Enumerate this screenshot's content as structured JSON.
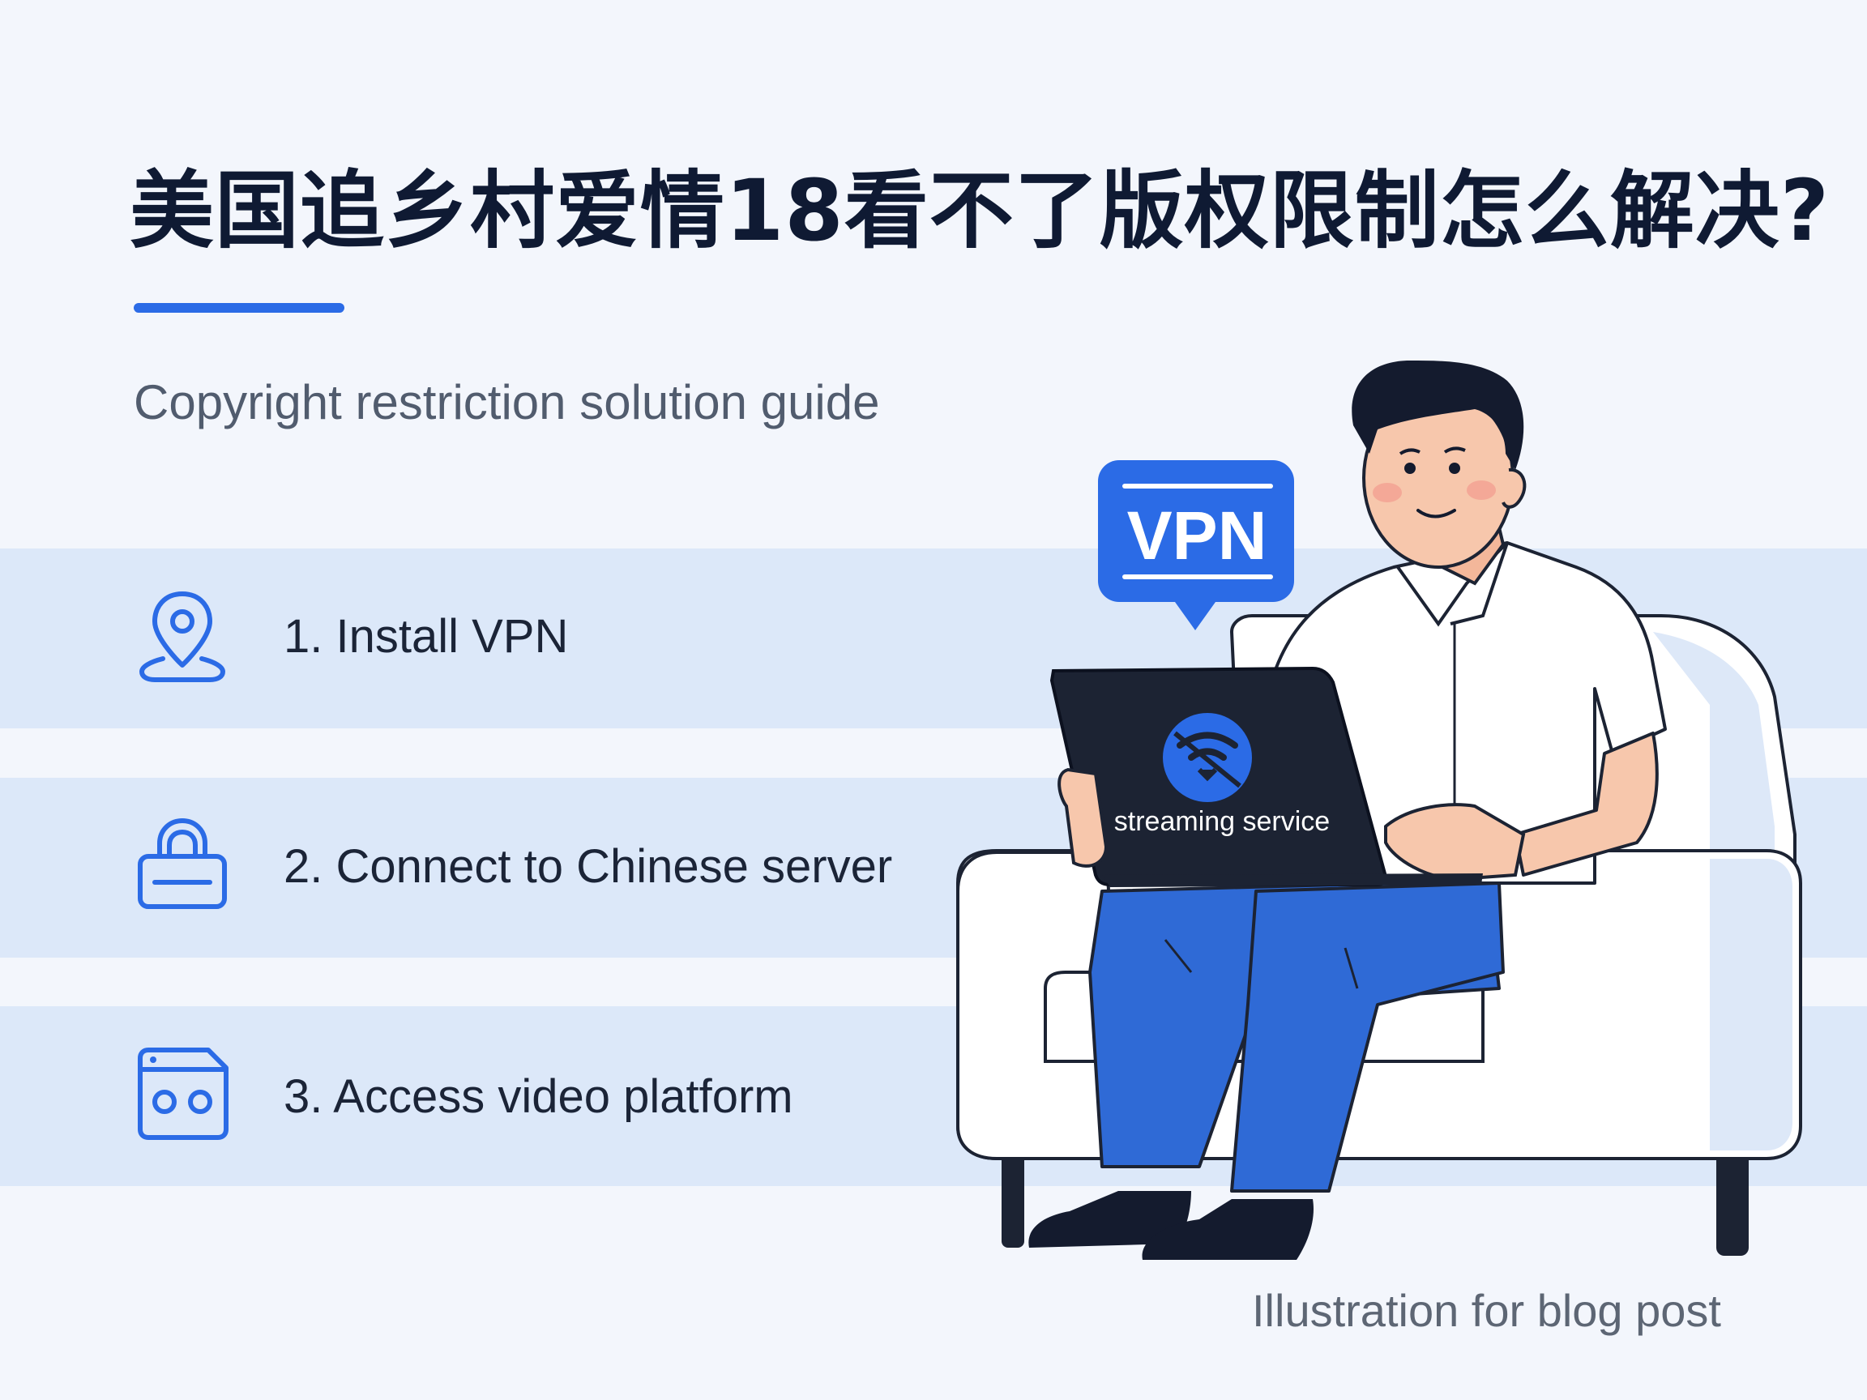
{
  "header": {
    "title": "美国追乡村爱情18看不了版权限制怎么解决?",
    "subtitle": "Copyright restriction solution guide"
  },
  "steps": [
    {
      "label": "1. Install VPN",
      "icon": "location-pin-icon"
    },
    {
      "label": "2. Connect to Chinese server",
      "icon": "lock-icon"
    },
    {
      "label": "3. Access video platform",
      "icon": "video-window-icon"
    }
  ],
  "illustration": {
    "badge_text": "VPN",
    "laptop_screen_text": "streaming service",
    "caption": "Illustration for blog post"
  },
  "colors": {
    "accent": "#2b6be6",
    "band": "#dce8f9",
    "background": "#f3f6fc",
    "title": "#0f1a33",
    "jeans": "#2f6ad6",
    "dark": "#1c2333"
  }
}
